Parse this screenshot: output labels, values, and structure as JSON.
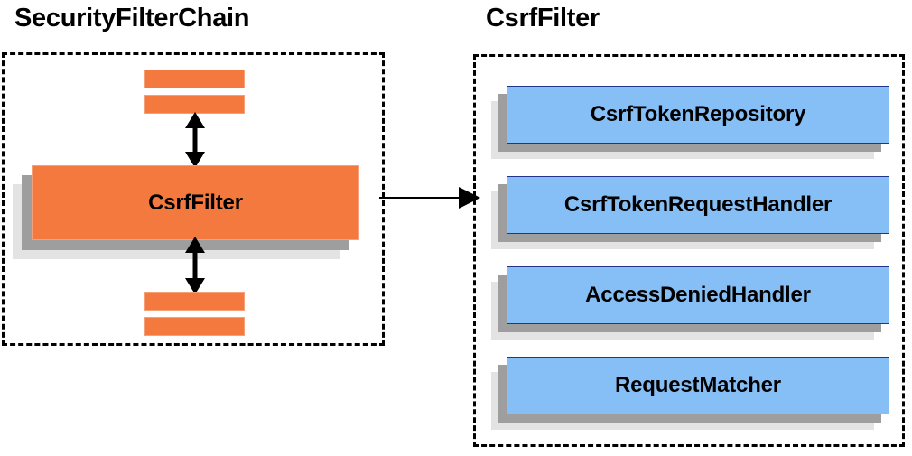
{
  "diagram": {
    "type": "architecture-block-diagram",
    "background_color": "#ffffff",
    "palette": {
      "orange_fill": "#F4793E",
      "orange_border": "#F6A07A",
      "blue_fill": "#86BEF6",
      "blue_border": "#22348C",
      "shadow_near": "#9E9E9E",
      "shadow_far": "#E3E3E3",
      "panel_border": "#000000",
      "text": "#000000"
    }
  },
  "panels": {
    "left": {
      "title": "SecurityFilterChain",
      "border_style": "dashed",
      "main_node": {
        "label": "CsrfFilter",
        "fill": "#F4793E",
        "shadow": "layered"
      },
      "filter_bars": [
        {
          "name": "filter-bar-above-1",
          "label": ""
        },
        {
          "name": "filter-bar-above-2",
          "label": ""
        },
        {
          "name": "filter-bar-below-1",
          "label": ""
        },
        {
          "name": "filter-bar-below-2",
          "label": ""
        }
      ],
      "arrows": [
        {
          "name": "arrow-up",
          "direction": "double-vertical"
        },
        {
          "name": "arrow-down",
          "direction": "double-vertical"
        }
      ]
    },
    "right": {
      "title": "CsrfFilter",
      "border_style": "dashed",
      "collaborators": [
        {
          "label": "CsrfTokenRepository"
        },
        {
          "label": "CsrfTokenRequestHandler"
        },
        {
          "label": "AccessDeniedHandler"
        },
        {
          "label": "RequestMatcher"
        }
      ]
    }
  },
  "connector": {
    "name": "left-to-right-arrow",
    "direction": "right",
    "from": "SecurityFilterChain",
    "to": "CsrfFilter",
    "label": ""
  }
}
